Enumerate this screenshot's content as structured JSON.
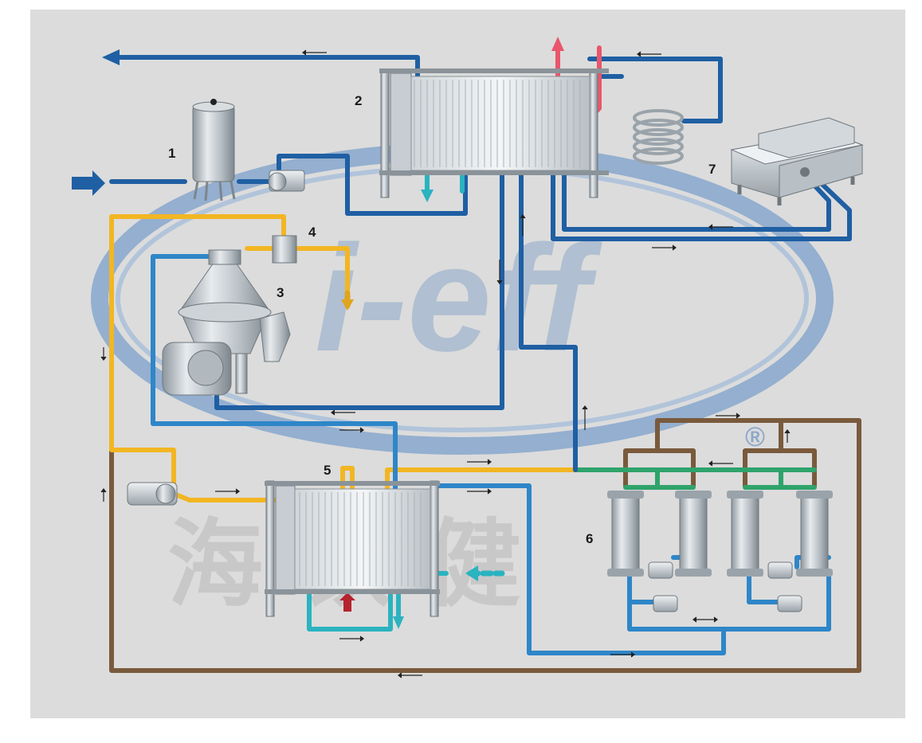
{
  "diagram": {
    "labels": [
      "1",
      "2",
      "3",
      "4",
      "5",
      "6",
      "7"
    ]
  },
  "watermark": {
    "latin": "i-eff",
    "registered": "®",
    "chinese": "海 铁 健"
  },
  "colors": {
    "background": "#dcdcdc",
    "frame": "#ffffff",
    "product_line": "#1f5fa3",
    "hot_water_line": "#e9566b",
    "cooling_line": "#2bb3c0",
    "cream_line": "#f2b623",
    "return_line": "#7a5a3c",
    "filtrate_line": "#2fa36b",
    "steel": "#b9c0c6"
  }
}
